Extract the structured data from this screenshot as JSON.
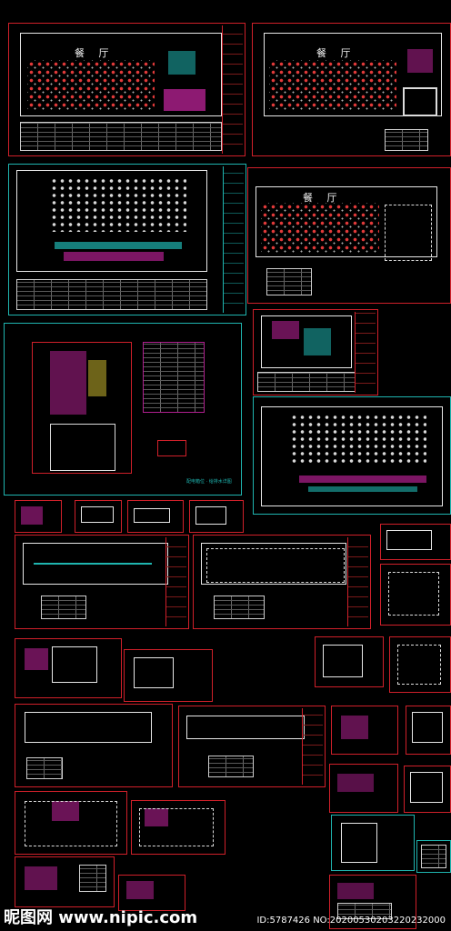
{
  "sheets": {
    "hall_label": "餐 厅",
    "note_caption": "配电箱位 · 给排水详图"
  },
  "watermark": {
    "logo_text": "昵图网 www.nipic.com",
    "id_text": "ID:5787426 NO:20200530203220232000"
  }
}
